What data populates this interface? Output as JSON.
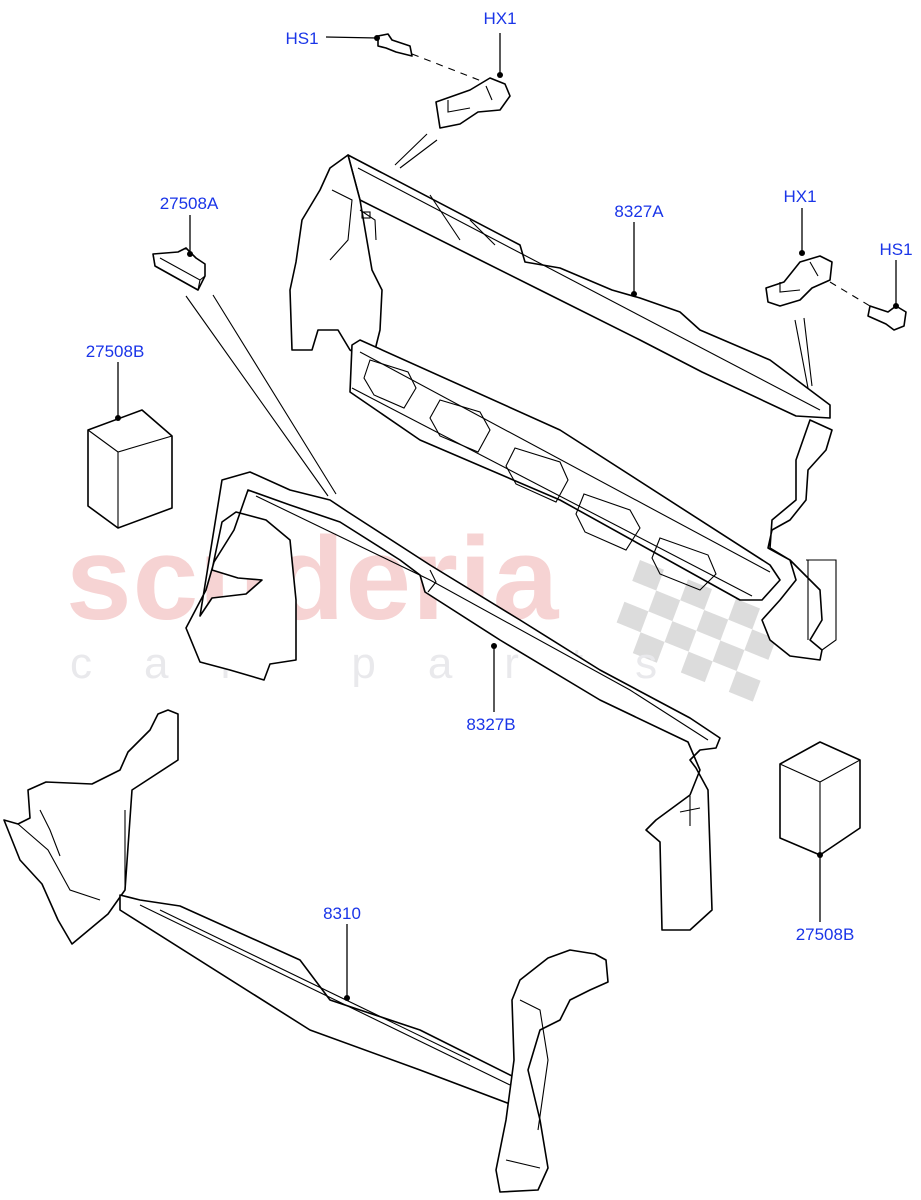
{
  "diagram": {
    "type": "exploded-parts-diagram",
    "subject": "Radiator air deflector / front end carrier ducting assembly",
    "line_color": "#000000",
    "callout_color": "#1a35e8",
    "background": "#ffffff"
  },
  "watermark": {
    "main_text": "scuderia",
    "sub_text": "car parts",
    "main_color": "#f6d3d3",
    "sub_color": "#e9e9ec",
    "checker_color": "#dcdcdc"
  },
  "callouts": [
    {
      "id": "hs1-top",
      "label": "HS1",
      "part": "screw"
    },
    {
      "id": "hx1-top",
      "label": "HX1",
      "part": "clip-bracket"
    },
    {
      "id": "27508a",
      "label": "27508A",
      "part": "foam pad"
    },
    {
      "id": "8327a",
      "label": "8327A",
      "part": "upper air deflector"
    },
    {
      "id": "hx1-right",
      "label": "HX1",
      "part": "clip-bracket"
    },
    {
      "id": "hs1-right",
      "label": "HS1",
      "part": "bolt"
    },
    {
      "id": "27508b-left",
      "label": "27508B",
      "part": "foam block"
    },
    {
      "id": "8327b",
      "label": "8327B",
      "part": "side air deflector seal"
    },
    {
      "id": "8310",
      "label": "8310",
      "part": "lower air deflector"
    },
    {
      "id": "27508b-right",
      "label": "27508B",
      "part": "foam block"
    }
  ]
}
